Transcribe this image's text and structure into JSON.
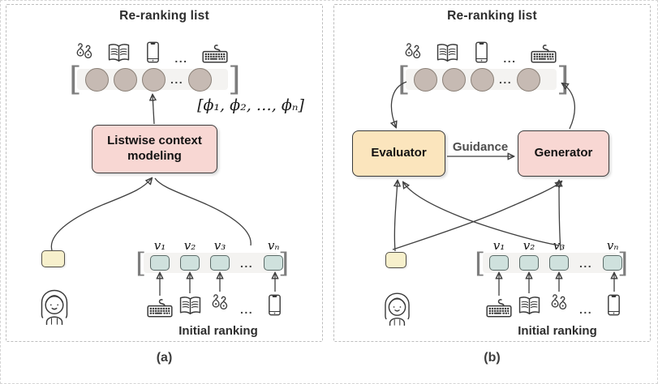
{
  "ellipsis": "...",
  "bracket_open": "[",
  "bracket_close": "]",
  "colors": {
    "pink_box": "#f8d7d3",
    "orange_box": "#fbe5bd",
    "yellow_box": "#f7f0cc",
    "circle_fill": "#c6bab3",
    "circle_stroke": "#8b8178",
    "slot_fill": "#cfe1dd",
    "slot_stroke": "#5b6b68",
    "strip": "#f4f3f1",
    "box_border": "#3b3b3b",
    "arrow": "#3f3f3f",
    "guidance_text": "#4d4d4d",
    "panel_border": "#bdbdbd",
    "icon_stroke": "#3a3a3a",
    "text": "#2d2d2d",
    "bracket": "#7d7d7d"
  },
  "panel_a": {
    "title": "Re-ranking list",
    "top_icons": [
      "earrings-icon",
      "book-icon",
      "phone-icon",
      "...",
      "keyboard-icon"
    ],
    "rerank_slots": [
      "circle",
      "circle",
      "circle",
      "...",
      "circle"
    ],
    "phi_label": "[ϕ₁, ϕ₂, …, ϕₙ]",
    "model_box_label": "Listwise context modeling",
    "items": [
      "v₁",
      "v₂",
      "v₃",
      "...",
      "vₙ"
    ],
    "bottom_icons": [
      "keyboard-icon",
      "book-icon",
      "earrings-icon",
      "...",
      "phone-icon"
    ],
    "initial_ranking_label": "Initial ranking",
    "caption": "(a)"
  },
  "panel_b": {
    "title": "Re-ranking list",
    "top_icons": [
      "earrings-icon",
      "book-icon",
      "phone-icon",
      "...",
      "keyboard-icon"
    ],
    "rerank_slots": [
      "circle",
      "circle",
      "circle",
      "...",
      "circle"
    ],
    "evaluator_label": "Evaluator",
    "generator_label": "Generator",
    "guidance_label": "Guidance",
    "items": [
      "v₁",
      "v₂",
      "v₃",
      "...",
      "vₙ"
    ],
    "bottom_icons": [
      "keyboard-icon",
      "book-icon",
      "earrings-icon",
      "...",
      "phone-icon"
    ],
    "initial_ranking_label": "Initial ranking",
    "caption": "(b)"
  }
}
